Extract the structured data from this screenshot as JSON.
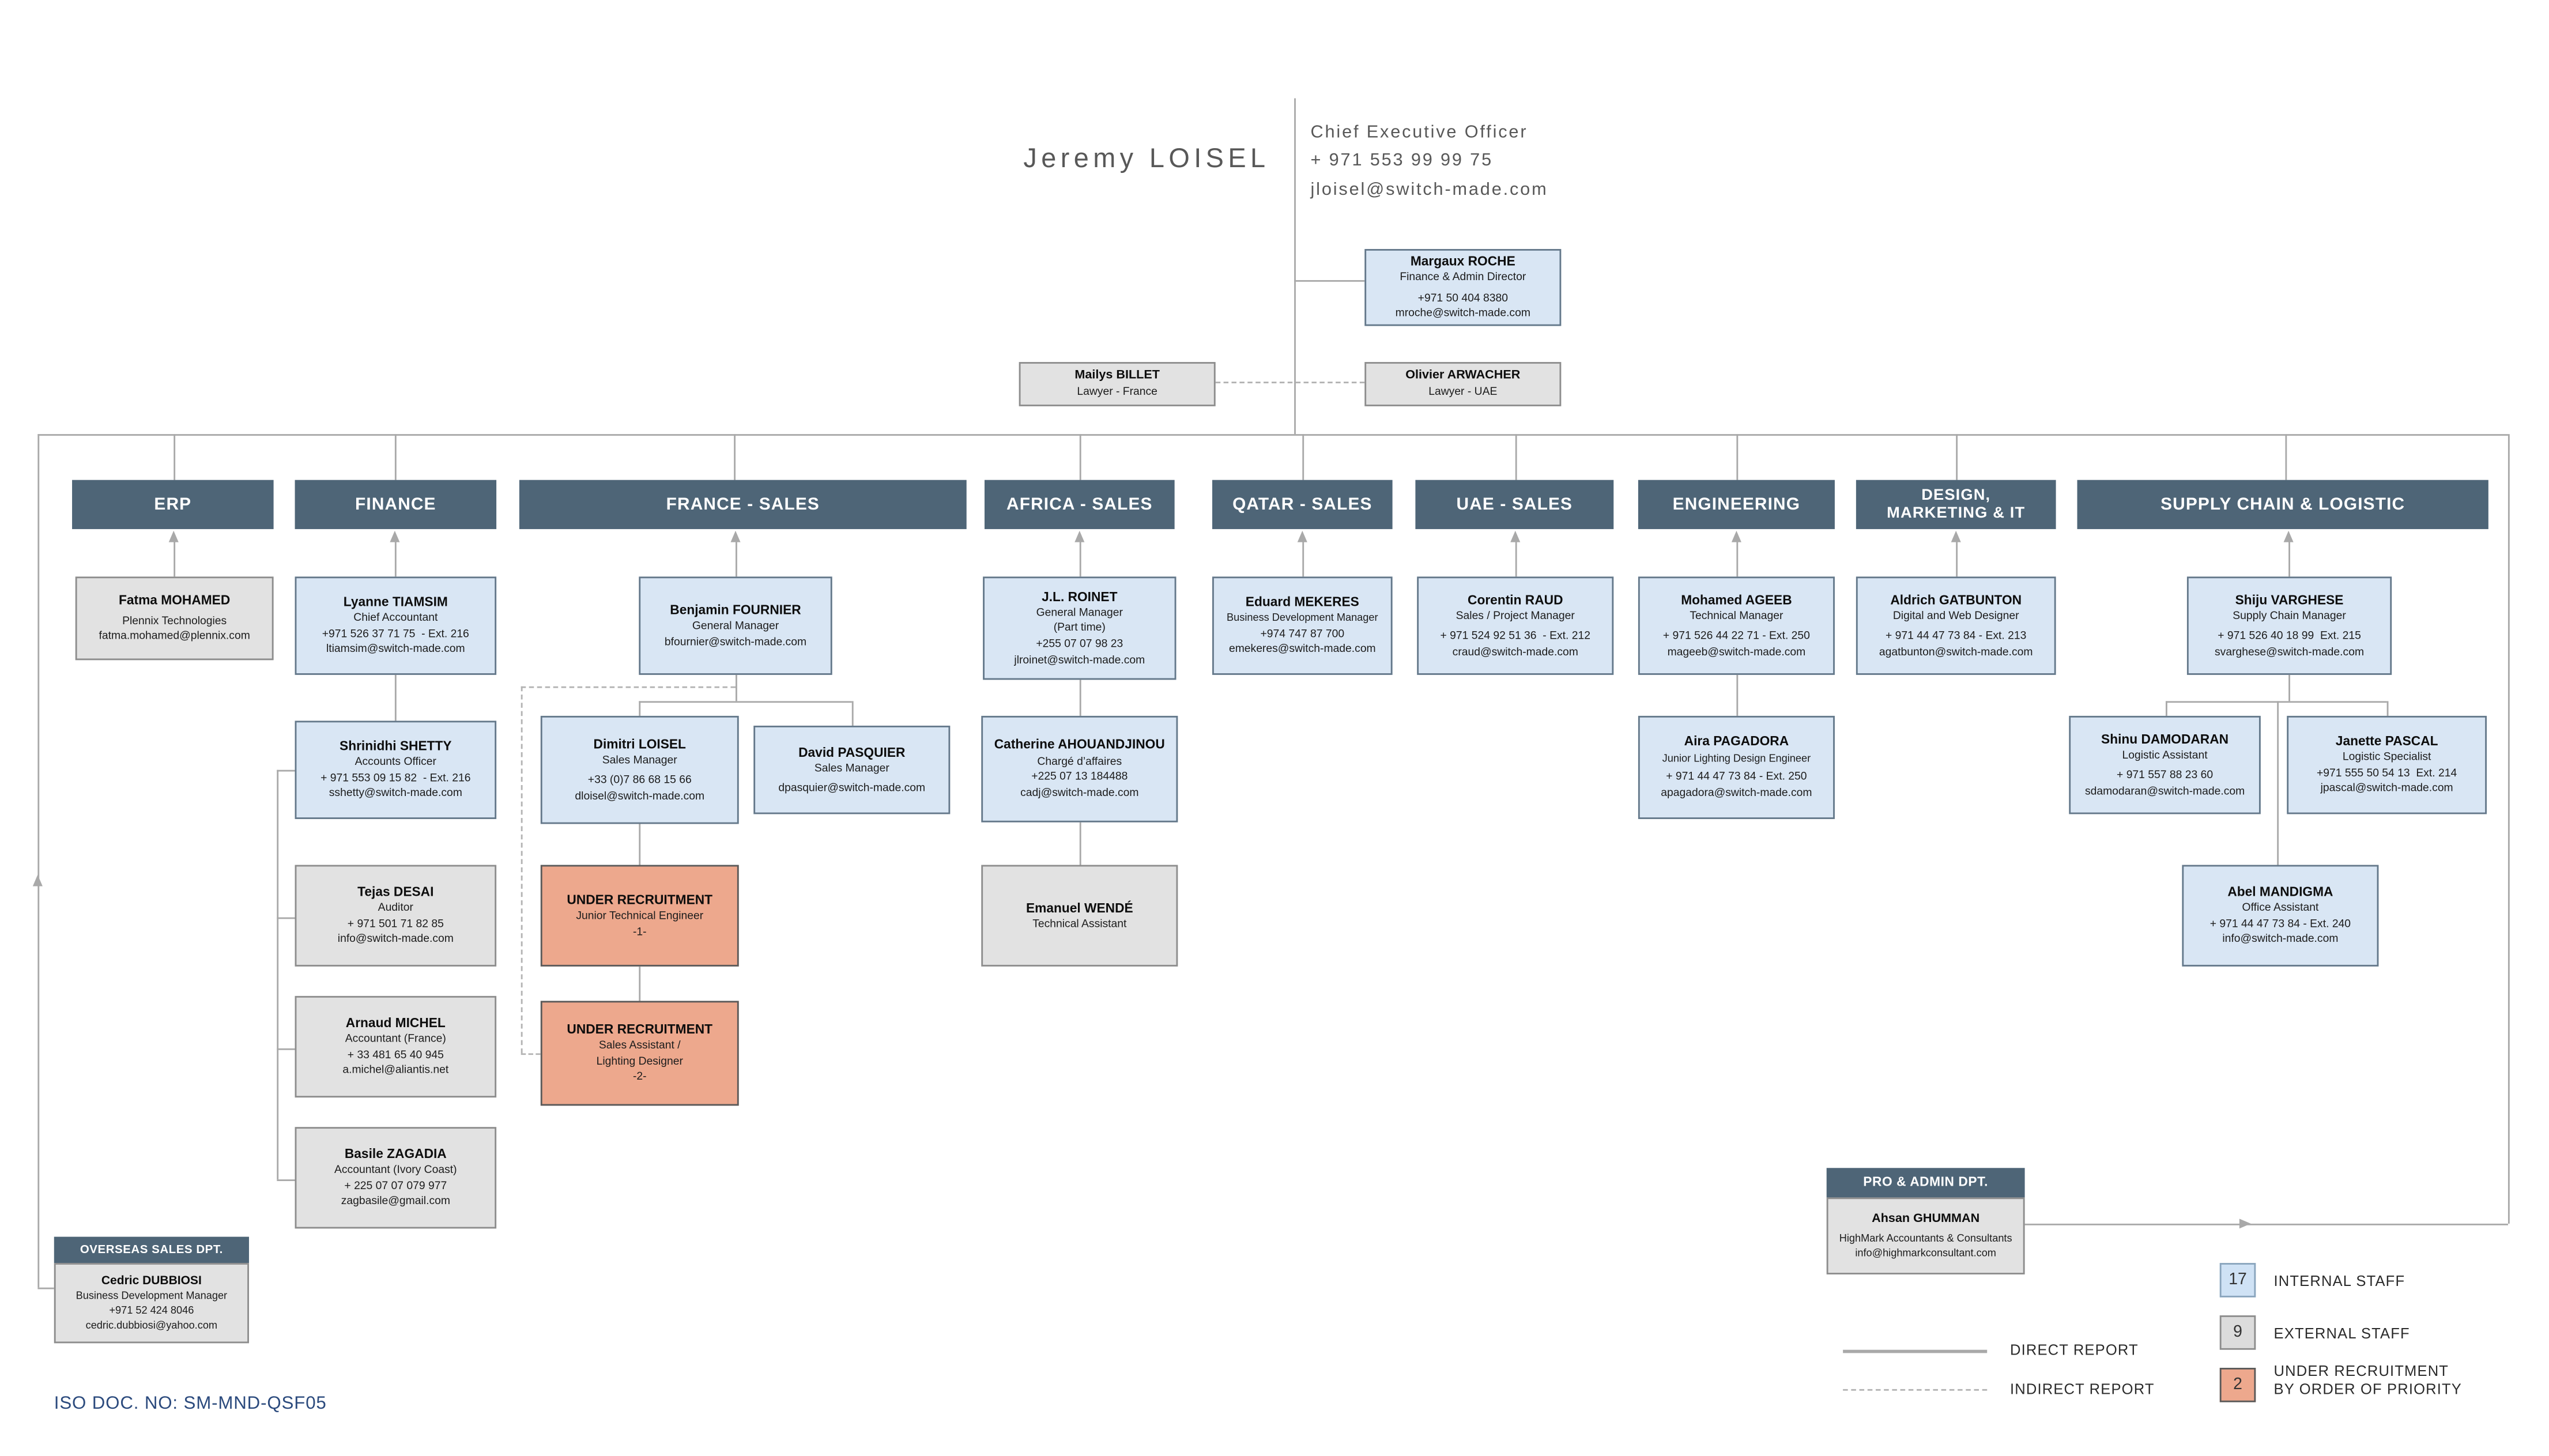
{
  "ceo": {
    "name": "Jeremy LOISEL",
    "title": "Chief Executive Officer",
    "phone": "+ 971 553 99 99 75",
    "email": "jloisel@switch-made.com"
  },
  "departments": {
    "erp": {
      "l1": "ERP"
    },
    "finance": {
      "l1": "FINANCE"
    },
    "france": {
      "l1": "FRANCE - SALES"
    },
    "africa": {
      "l1": "AFRICA - SALES"
    },
    "qatar": {
      "l1": "QATAR - SALES"
    },
    "uae": {
      "l1": "UAE - SALES"
    },
    "engineering": {
      "l1": "ENGINEERING"
    },
    "design": {
      "l1": "DESIGN,",
      "l2": "MARKETING & IT"
    },
    "supply": {
      "l1": "SUPPLY CHAIN & LOGISTIC"
    }
  },
  "units": {
    "overseas": {
      "title": "OVERSEAS SALES DPT."
    },
    "pro_admin": {
      "title": "PRO & ADMIN DPT."
    }
  },
  "people": {
    "margaux": {
      "name": "Margaux ROCHE",
      "role": "Finance & Admin Director",
      "phone": "+971 50 404 8380",
      "email": "mroche@switch-made.com"
    },
    "mailys": {
      "name": "Mailys BILLET",
      "role": "Lawyer - France"
    },
    "olivier": {
      "name": "Olivier ARWACHER",
      "role": "Lawyer - UAE"
    },
    "fatma": {
      "name": "Fatma MOHAMED",
      "role": "Plennix Technologies",
      "email": "fatma.mohamed@plennix.com"
    },
    "lyanne": {
      "name": "Lyanne TIAMSIM",
      "role": "Chief Accountant",
      "phone": "+971 526 37 71 75  - Ext. 216",
      "email": "ltiamsim@switch-made.com"
    },
    "shrinidhi": {
      "name": "Shrinidhi SHETTY",
      "role": "Accounts Officer",
      "phone": "+ 971 553 09 15 82  - Ext. 216",
      "email": "sshetty@switch-made.com"
    },
    "tejas": {
      "name": "Tejas DESAI",
      "role": "Auditor",
      "phone": "+ 971 501 71 82 85",
      "email": "info@switch-made.com"
    },
    "arnaud": {
      "name": "Arnaud MICHEL",
      "role": "Accountant (France)",
      "phone": "+ 33 481 65 40 945",
      "email": "a.michel@aliantis.net"
    },
    "basile": {
      "name": "Basile ZAGADIA",
      "role": "Accountant (Ivory Coast)",
      "phone": "+ 225 07 07 079 977",
      "email": "zagbasile@gmail.com"
    },
    "benjamin": {
      "name": "Benjamin FOURNIER",
      "role": "General Manager",
      "email": "bfournier@switch-made.com"
    },
    "dimitri": {
      "name": "Dimitri LOISEL",
      "role": "Sales Manager",
      "phone": "+33 (0)7 86 68 15 66",
      "email": "dloisel@switch-made.com"
    },
    "david": {
      "name": "David PASQUIER",
      "role": "Sales Manager",
      "email": "dpasquier@switch-made.com"
    },
    "ur1": {
      "name": "UNDER RECRUITMENT",
      "role": "Junior Technical Engineer",
      "role2": "-1-"
    },
    "ur2": {
      "name": "UNDER RECRUITMENT",
      "role": "Sales Assistant /",
      "role2": "Lighting Designer",
      "extra": "-2-"
    },
    "jlroinet": {
      "name": "J.L. ROINET",
      "role": "General Manager",
      "role2": "(Part time)",
      "phone": "+255 07 07 98 23",
      "email": "jlroinet@switch-made.com"
    },
    "catherine": {
      "name": "Catherine AHOUANDJINOU",
      "role": "Chargé d’affaires",
      "phone": "+225 07 13 184488",
      "email": "cadj@switch-made.com"
    },
    "emanuel": {
      "name": "Emanuel WENDÉ",
      "role": "Technical Assistant"
    },
    "eduard": {
      "name": "Eduard MEKERES",
      "role": "Business Development Manager",
      "phone": "+974 747 87 700",
      "email": "emekeres@switch-made.com"
    },
    "corentin": {
      "name": "Corentin RAUD",
      "role": "Sales / Project Manager",
      "phone": "+ 971 524 92 51 36  - Ext. 212",
      "email": "craud@switch-made.com"
    },
    "mohamed": {
      "name": "Mohamed AGEEB",
      "role": "Technical Manager",
      "phone": "+ 971 526 44 22 71 - Ext. 250",
      "email": "mageeb@switch-made.com"
    },
    "aira": {
      "name": "Aira PAGADORA",
      "role": "Junior Lighting Design Engineer",
      "phone": "+ 971 44 47 73 84 - Ext. 250",
      "email": "apagadora@switch-made.com"
    },
    "aldrich": {
      "name": "Aldrich GATBUNTON",
      "role": "Digital and Web Designer",
      "phone": "+ 971 44 47 73 84 - Ext. 213",
      "email": "agatbunton@switch-made.com"
    },
    "shiju": {
      "name": "Shiju VARGHESE",
      "role": "Supply Chain Manager",
      "phone": "+ 971 526 40 18 99  Ext. 215",
      "email": "svarghese@switch-made.com"
    },
    "shinu": {
      "name": "Shinu DAMODARAN",
      "role": "Logistic Assistant",
      "phone": "+ 971 557 88 23 60",
      "email": "sdamodaran@switch-made.com"
    },
    "janette": {
      "name": "Janette PASCAL",
      "role": "Logistic Specialist",
      "phone": "+971 555 50 54 13  Ext. 214",
      "email": "jpascal@switch-made.com"
    },
    "abel": {
      "name": "Abel MANDIGMA",
      "role": "Office Assistant",
      "phone": "+ 971 44 47 73 84 - Ext. 240",
      "email": "info@switch-made.com"
    },
    "cedric": {
      "name": "Cedric DUBBIOSI",
      "role": "Business Development Manager",
      "phone": "+971 52 424 8046",
      "email": "cedric.dubbiosi@yahoo.com"
    },
    "ahsan": {
      "name": "Ahsan GHUMMAN",
      "role": "HighMark Accountants & Consultants",
      "email": "info@highmarkconsultant.com"
    }
  },
  "legend": {
    "internal": {
      "count": "17",
      "label": "INTERNAL STAFF"
    },
    "external": {
      "count": "9",
      "label": "EXTERNAL STAFF"
    },
    "recruitment": {
      "count": "2",
      "label_line1": "UNDER RECRUITMENT",
      "label_line2": "BY ORDER OF PRIORITY"
    },
    "direct": "DIRECT REPORT",
    "indirect": "INDIRECT REPORT"
  },
  "footer": {
    "iso": "ISO DOC. NO: SM-MND-QSF05"
  },
  "colors": {
    "department_header": "#4e6577",
    "internal_box": "#d9e6f4",
    "external_box": "#e2e2e2",
    "recruitment_box": "#eda88d",
    "connector_line": "#a9a9a9",
    "iso_text": "#2b4a7d"
  }
}
